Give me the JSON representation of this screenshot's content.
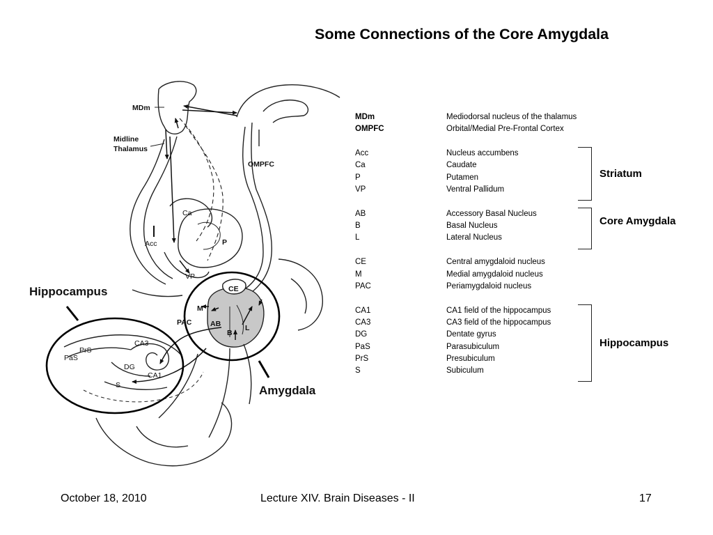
{
  "slide": {
    "title": "Some Connections of the Core Amygdala",
    "footer": {
      "date": "October 18, 2010",
      "lecture": "Lecture XIV. Brain Diseases - II",
      "page": "17"
    }
  },
  "diagram": {
    "callouts": {
      "hippocampus": "Hippocampus",
      "amygdala": "Amygdala"
    },
    "labels": {
      "mdm": "MDm",
      "midline": "Midline",
      "thalamus": "Thalamus",
      "ompfc": "OMPFC",
      "ca": "Ca",
      "acc": "Acc",
      "p": "P",
      "vp": "VP",
      "ce": "CE",
      "m": "M",
      "pac": "PAC",
      "ab": "AB",
      "b": "B",
      "l": "L",
      "prs": "PrS",
      "pas": "PaS",
      "ca3": "CA3",
      "dg": "DG",
      "ca1": "CA1",
      "s": "S"
    }
  },
  "legend": {
    "groups": [
      {
        "bold": true,
        "rows": [
          {
            "abbr": "MDm",
            "desc": "Mediodorsal nucleus of the thalamus"
          },
          {
            "abbr": "OMPFC",
            "desc": "Orbital/Medial Pre-Frontal Cortex"
          }
        ]
      },
      {
        "bracket_label": "Striatum",
        "rows": [
          {
            "abbr": "Acc",
            "desc": "Nucleus accumbens"
          },
          {
            "abbr": "Ca",
            "desc": "Caudate"
          },
          {
            "abbr": "P",
            "desc": "Putamen"
          },
          {
            "abbr": "VP",
            "desc": "Ventral Pallidum"
          }
        ]
      },
      {
        "bracket_label": "Core Amygdala",
        "rows": [
          {
            "abbr": "AB",
            "desc": "Accessory Basal Nucleus"
          },
          {
            "abbr": "B",
            "desc": "Basal Nucleus"
          },
          {
            "abbr": "L",
            "desc": "Lateral Nucleus"
          }
        ]
      },
      {
        "rows": [
          {
            "abbr": "CE",
            "desc": "Central amygdaloid nucleus"
          },
          {
            "abbr": "M",
            "desc": "Medial amygdaloid nucleus"
          },
          {
            "abbr": "PAC",
            "desc": "Periamygdaloid nucleus"
          }
        ]
      },
      {
        "bracket_label": "Hippocampus",
        "rows": [
          {
            "abbr": "CA1",
            "desc": "CA1 field of the hippocampus"
          },
          {
            "abbr": "CA3",
            "desc": "CA3 field of the hippocampus"
          },
          {
            "abbr": "DG",
            "desc": "Dentate gyrus"
          },
          {
            "abbr": "PaS",
            "desc": "Parasubiculum"
          },
          {
            "abbr": "PrS",
            "desc": "Presubiculum"
          },
          {
            "abbr": "S",
            "desc": "Subiculum"
          }
        ]
      }
    ]
  }
}
